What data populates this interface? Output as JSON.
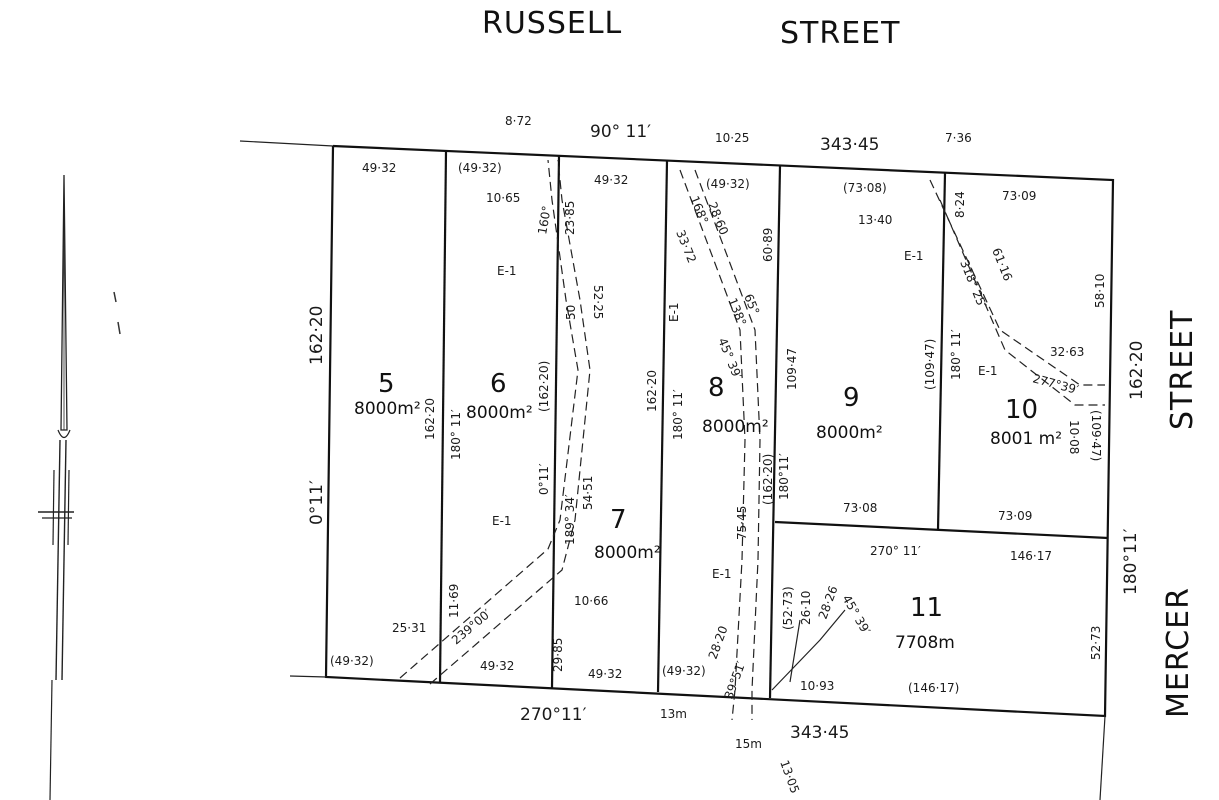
{
  "streets": {
    "top_left": "RUSSELL",
    "top_right": "STREET",
    "right_top": "STREET",
    "right_bottom": "MERCER"
  },
  "bearings": {
    "top": "90° 11′",
    "bottom": "270°11′",
    "left": "0°11′",
    "right": "180°11′",
    "lot6_side": "180° 11′",
    "lot7_side": "0°11′",
    "lot8_side": "180° 11′",
    "lot8_right": "180°11′",
    "lot9_side": "180° 11′",
    "lot11_top": "270° 11′",
    "diag_lot6": "239°00′",
    "diag_lot7": "189° 34′",
    "diag_lot10": "277°39′",
    "diag_lot9": "318° 25′",
    "small1": "160°",
    "small2": "138°",
    "small3": "168°",
    "small4": "45° 39′",
    "small5": "39°51′",
    "small6": "65°"
  },
  "distances": {
    "top_total": "343·45",
    "bottom_total": "343·45",
    "left_side": "162·20",
    "right_side": "162·20",
    "top_5": "49·32",
    "top_6": "(49·32)",
    "top_7": "49·32",
    "top_8": "(49·32)",
    "top_9": "(73·08)",
    "top_10": "73·09",
    "bot_5": "(49·32)",
    "bot_6": "49·32",
    "bot_7": "49·32",
    "bot_8": "(49·32)",
    "bot_11": "(146·17)",
    "lot11_top": "146·17",
    "lot9_bot": "73·08",
    "lot10_bot": "73·09",
    "side_5_6": "162·20",
    "side_6_7": "(162·20)",
    "side_7_8": "162·20",
    "side_8_9": "(162·20)",
    "side_9_10": "(109·47)",
    "side_8_9_upper": "109·47",
    "lot10_right": "58·10",
    "lot10_right_lower": "(109·47)",
    "lot11_left": "(52·73)",
    "lot11_right": "52·73",
    "d872": "8·72",
    "d1025": "10·25",
    "d736": "7·36",
    "d1065": "10·65",
    "d2385": "23·85",
    "d6089": "60·89",
    "d3372": "33·72",
    "d2860": "28·60",
    "d1340": "13·40",
    "d824": "8·24",
    "d6116": "61·16",
    "d3263": "32·63",
    "d1008": "10·08",
    "d5451": "54·51",
    "d5225": "52·25",
    "d7545": "75·45",
    "d2985": "29·85",
    "d1066": "10·66",
    "d1169": "11·69",
    "d2531": "25·31",
    "d2820": "28·20",
    "d2610": "26·10",
    "d2826": "28·26",
    "d1093": "10·93",
    "d13m": "13m",
    "d15m": "15m",
    "d1305": "13·05"
  },
  "easements": {
    "e1": "E-1"
  },
  "lots": [
    {
      "number": "5",
      "area": "8000m²"
    },
    {
      "number": "6",
      "area": "8000m²"
    },
    {
      "number": "7",
      "area": "8000m²"
    },
    {
      "number": "8",
      "area": "8000m²"
    },
    {
      "number": "9",
      "area": "8000m²"
    },
    {
      "number": "10",
      "area": "8001 m²"
    },
    {
      "number": "11",
      "area": "7708m"
    }
  ]
}
